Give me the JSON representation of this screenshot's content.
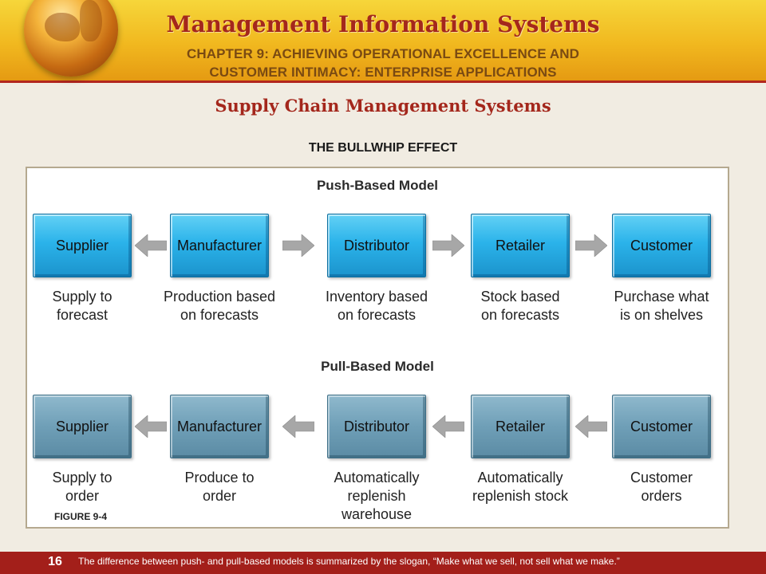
{
  "header": {
    "title": "Management Information Systems",
    "subtitle_line1": "CHAPTER 9: ACHIEVING OPERATIONAL EXCELLENCE AND",
    "subtitle_line2": "CUSTOMER INTIMACY: ENTERPRISE APPLICATIONS"
  },
  "section_title": "Supply Chain Management Systems",
  "figure_title": "THE BULLWHIP EFFECT",
  "push_model": {
    "title": "Push-Based Model",
    "nodes": [
      "Supplier",
      "Manufacturer",
      "Distributor",
      "Retailer",
      "Customer"
    ],
    "captions": [
      [
        "Supply to",
        "forecast"
      ],
      [
        "Production based",
        "on forecasts"
      ],
      [
        "Inventory based",
        "on forecasts"
      ],
      [
        "Stock based",
        "on forecasts"
      ],
      [
        "Purchase what",
        "is on shelves"
      ]
    ]
  },
  "pull_model": {
    "title": "Pull-Based Model",
    "nodes": [
      "Supplier",
      "Manufacturer",
      "Distributor",
      "Retailer",
      "Customer"
    ],
    "captions": [
      [
        "Supply to",
        "order"
      ],
      [
        "Produce to",
        "order"
      ],
      [
        "Automatically",
        "replenish",
        "warehouse"
      ],
      [
        "Automatically",
        "replenish stock"
      ],
      [
        "Customer",
        "orders"
      ]
    ]
  },
  "figure_label": "FIGURE 9-4",
  "footer": {
    "page_number": "16",
    "note": "The difference between push- and pull-based models is summarized by the slogan, “Make what we sell, not sell what we make.”"
  },
  "colors": {
    "brand_red": "#a4271c",
    "push_box": "#2bb3ea",
    "pull_box": "#6f9fb7",
    "arrow": "#a7a7a7"
  }
}
